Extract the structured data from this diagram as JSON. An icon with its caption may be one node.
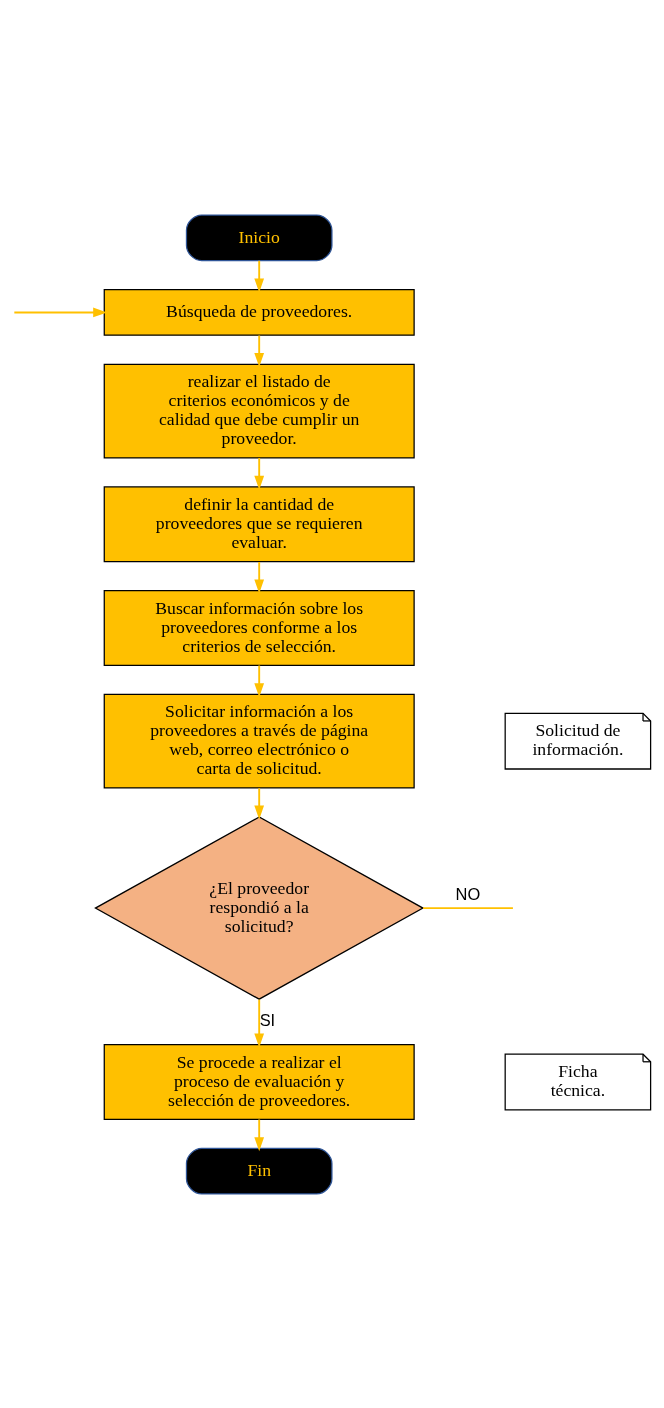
{
  "diagram": {
    "nodes": [
      {
        "text": [
          "Inicio"
        ]
      },
      {
        "text": [
          "Búsqueda de proveedores."
        ]
      },
      {
        "text": [
          "realizar el listado de criterios económicos y de calidad que debe cumplir un proveedor."
        ]
      },
      {
        "text": [
          "definir la cantidad de proveedores que se requieren evaluar."
        ]
      },
      {
        "text": [
          "Buscar información sobre los proveedores conforme a los criterios de selección."
        ]
      },
      {
        "text": [
          "Solicitar información a los proveedores a través de página web, correo electrónico o carta de solicitud."
        ]
      },
      {
        "text": [
          "Solicitud de información."
        ]
      },
      {
        "text": [
          "¿El proveedor respondió a la solicitud?"
        ]
      },
      {
        "text": [
          "Se procede a realizar el proceso de evaluación y selección de proveedores."
        ]
      },
      {
        "text": [
          "Ficha técnica."
        ]
      },
      {
        "text": [
          "Fin"
        ]
      }
    ],
    "edges": [
      {
        "from": 0,
        "to": 1,
        "arrow": "to"
      },
      {
        "from": 1,
        "to": 2,
        "arrow": "to"
      },
      {
        "from": 2,
        "to": 3,
        "arrow": "to"
      },
      {
        "from": 3,
        "to": 4,
        "arrow": "to"
      },
      {
        "from": 4,
        "to": 5,
        "arrow": "to"
      },
      {
        "from": 5,
        "to": 7,
        "arrow": "to"
      },
      {
        "from": 7,
        "to": 8,
        "arrow": "to",
        "label": "SI"
      },
      {
        "from": 8,
        "to": 10,
        "arrow": "to"
      },
      {
        "from": 7,
        "to": null,
        "arrow": "none",
        "label": "NO"
      },
      {
        "from": null,
        "to": 1,
        "arrow": "to"
      }
    ]
  }
}
